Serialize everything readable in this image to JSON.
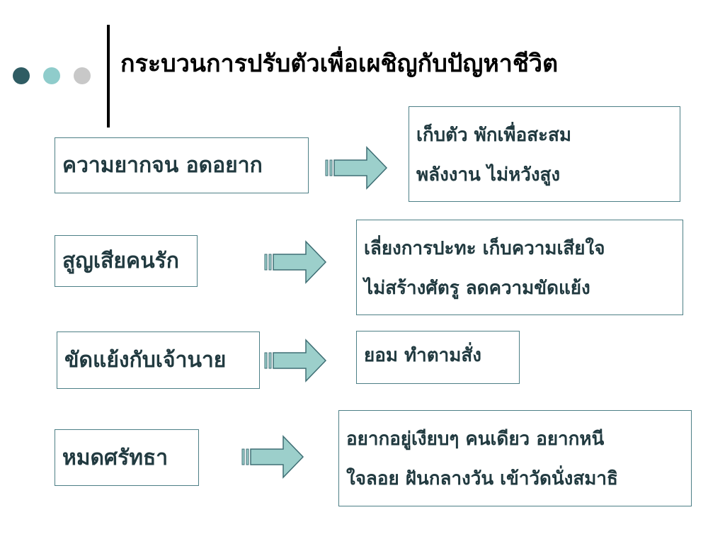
{
  "title": "กระบวนการปรับตัวเพื่อเผชิญกับปัญหาชีวิต",
  "colors": {
    "dot_dark": "#2f5c63",
    "dot_mid": "#8fcccb",
    "dot_light": "#c8c8c8",
    "arrow_fill": "#9ccfcb",
    "arrow_stroke": "#3e6e74",
    "box_border": "#4d7f86"
  },
  "rows": [
    {
      "problem": "ความยากจน อดอยาก",
      "responses": [
        "เก็บตัว พักเพื่อสะสม",
        "พลังงาน ไม่หวังสูง"
      ]
    },
    {
      "problem": "สูญเสียคนรัก",
      "responses": [
        "เลี่ยงการปะทะ เก็บความเสียใจ",
        "ไม่สร้างศัตรู ลดความขัดแย้ง"
      ]
    },
    {
      "problem": "ขัดแย้งกับเจ้านาย",
      "responses": [
        "ยอม ทำตามสั่ง"
      ]
    },
    {
      "problem": "หมดศรัทธา",
      "responses": [
        "อยากอยู่เงียบๆ คนเดียว อยากหนี",
        "ใจลอย ฝันกลางวัน เข้าวัดนั่งสมาธิ"
      ]
    }
  ]
}
